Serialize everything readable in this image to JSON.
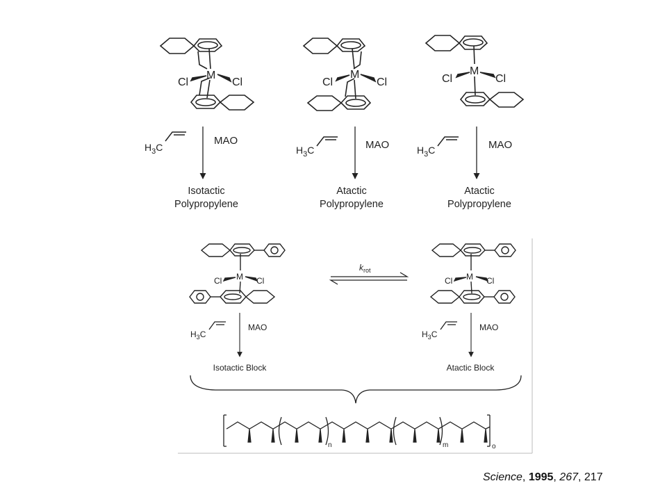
{
  "top_row": [
    {
      "metal": "M",
      "cl_left": "Cl",
      "cl_right": "Cl",
      "reagent_h": "H",
      "reagent_sub": "3",
      "reagent_c": "C",
      "cocatalyst": "MAO",
      "product_line1": "Isotactic",
      "product_line2": "Polypropylene"
    },
    {
      "metal": "M",
      "cl_left": "Cl",
      "cl_right": "Cl",
      "reagent_h": "H",
      "reagent_sub": "3",
      "reagent_c": "C",
      "cocatalyst": "MAO",
      "product_line1": "Atactic",
      "product_line2": "Polypropylene"
    },
    {
      "metal": "M",
      "cl_left": "Cl",
      "cl_right": "Cl",
      "reagent_h": "H",
      "reagent_sub": "3",
      "reagent_c": "C",
      "cocatalyst": "MAO",
      "product_line1": "Atactic",
      "product_line2": "Polypropylene"
    }
  ],
  "bottom": {
    "equilibrium_k": "k",
    "equilibrium_sub": "rot",
    "left": {
      "metal": "M",
      "cl_left": "Cl",
      "cl_right": "Cl",
      "reagent_h": "H",
      "reagent_sub": "3",
      "reagent_c": "C",
      "cocatalyst": "MAO",
      "product": "Isotactic Block"
    },
    "right": {
      "metal": "M",
      "cl_left": "Cl",
      "cl_right": "Cl",
      "reagent_h": "H",
      "reagent_sub": "3",
      "reagent_c": "C",
      "cocatalyst": "MAO",
      "product": "Atactic Block"
    },
    "repeat_n": "n",
    "repeat_m": "m",
    "repeat_o": "o"
  },
  "citation": {
    "journal": "Science",
    "year": "1995",
    "volume": "267",
    "page": "217"
  }
}
